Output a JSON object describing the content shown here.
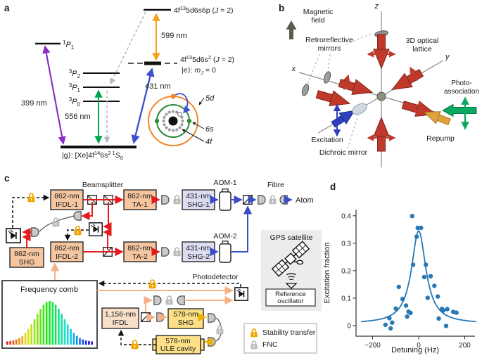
{
  "panel_letters": {
    "a": "a",
    "b": "b",
    "c": "c",
    "d": "d"
  },
  "colors": {
    "purple_399": "#8a2fc5",
    "green_556": "#00a651",
    "orange_599": "#f5a21b",
    "blue_431": "#3d4fd0",
    "lattice_red": "#c0392b",
    "pa_green": "#0aa860",
    "excitation_blue": "#2f3fbf",
    "repump_orange": "#e89c2c",
    "gray_label": "#8f8f8f",
    "red_862": "#e41a1c",
    "plot_blue": "#2878b5"
  },
  "a": {
    "wl399": "399 nm",
    "wl556": "556 nm",
    "wl599": "599 nm",
    "wl431": "431 nm",
    "lv_1p1": {
      "sup": "1",
      "sym": "P",
      "sub": "1"
    },
    "lv_3p2": {
      "sup": "3",
      "sym": "P",
      "sub": "2"
    },
    "lv_3p1": {
      "sup": "3",
      "sym": "P",
      "sub": "1"
    },
    "lv_3p0": {
      "sup": "3",
      "sym": "P",
      "sub": "0"
    },
    "lv_top": {
      "t1": "4f",
      "s1": "13",
      "t2": "5d6s6p (",
      "j": "J",
      "t3": " = 2)"
    },
    "lv_e": {
      "t1": "4f",
      "s1": "13",
      "t2": "5d6s",
      "s2": "2",
      "t3": " (",
      "j": "J",
      "t4": " = 2)"
    },
    "e_state": {
      "t1": "|e⟩: ",
      "m": "m",
      "sub": "J",
      "t2": " = 0"
    },
    "ground": {
      "t1": "|g⟩: [Xe]4f",
      "s1": "14",
      "t2": "6s",
      "s2": "2",
      "s3": "1",
      "t3": "S",
      "sub": "0"
    },
    "orb_5d": "5d",
    "orb_6s": "6s",
    "orb_4f": "4f"
  },
  "b": {
    "magnetic1": "Magnetic",
    "magnetic2": "field",
    "retro1": "Retroreflective",
    "retro2": "mirrors",
    "lattice1": "3D optical",
    "lattice2": "lattice",
    "pa1": "Photo-",
    "pa2": "association",
    "excitation": "Excitation",
    "repump": "Repump",
    "dichroic": "Dichroic mirror",
    "ax_x": "x",
    "ax_y": "y",
    "ax_z": "z"
  },
  "c": {
    "ifdl1_1": "862-nm",
    "ifdl1_2": "IFDL-1",
    "ta1_1": "862-nm",
    "ta1_2": "TA-1",
    "shg1_1": "431-nm",
    "shg1_2": "SHG-1",
    "ifdl2_1": "862-nm",
    "ifdl2_2": "IFDL-2",
    "ta2_1": "862-nm",
    "ta2_2": "TA-2",
    "shg2_1": "431-nm",
    "shg2_2": "SHG-2",
    "shg862_1": "862-nm",
    "shg862_2": "SHG",
    "comb": "Frequency comb",
    "ifdl1156_1": "1,156-nm",
    "ifdl1156_2": "IFDL",
    "shg578_1": "578-nm",
    "shg578_2": "SHG",
    "ule_1": "578-nm",
    "ule_2": "ULE cavity",
    "refosc_1": "Reference",
    "refosc_2": "oscillator",
    "beamsplitter": "Beamsplitter",
    "aom1": "AOM-1",
    "aom2": "AOM-2",
    "fibre": "Fibre",
    "atom": "Atom",
    "gps": "GPS satellite",
    "photodetector": "Photodetector",
    "legend_stability": "Stability transfer",
    "legend_fnc": "FNC"
  },
  "chart_data": {
    "type": "scatter",
    "title": "",
    "xlabel": "Detuning (Hz)",
    "ylabel": "Excitation fraction",
    "xlim": [
      -271.8,
      244.3
    ],
    "ylim": [
      -0.0385,
      0.4225
    ],
    "xticks": [
      -200,
      0,
      200
    ],
    "xtick_labels": [
      "−200",
      "0",
      "200"
    ],
    "yticks": [
      0,
      0.1,
      0.2,
      0.3,
      0.4
    ],
    "ytick_labels": [
      "0",
      "0.1",
      "0.2",
      "0.3",
      "0.4"
    ],
    "color": "#2878b5",
    "points": [
      [
        -28,
        0.399
      ],
      [
        -4,
        0.356
      ],
      [
        10,
        0.356
      ],
      [
        -9,
        0.324
      ],
      [
        -24,
        0.222
      ],
      [
        31,
        0.222
      ],
      [
        24,
        0.177
      ],
      [
        52,
        0.18
      ],
      [
        68,
        0.145
      ],
      [
        -86,
        0.141
      ],
      [
        39,
        0.101
      ],
      [
        83,
        0.106
      ],
      [
        -70,
        0.097
      ],
      [
        -55,
        0.073
      ],
      [
        -99,
        0.062
      ],
      [
        101,
        0.061
      ],
      [
        107,
        0.055
      ],
      [
        124,
        0.06
      ],
      [
        -44,
        0.051
      ],
      [
        -35,
        0.046
      ],
      [
        150,
        0.05
      ],
      [
        164,
        0.047
      ],
      [
        -50,
        0.033
      ],
      [
        87,
        0.026
      ],
      [
        -127,
        0.027
      ],
      [
        -115,
        0.011
      ],
      [
        -144,
        0.003
      ],
      [
        119,
        -0.001
      ],
      [
        -122,
        -0.01
      ]
    ],
    "fit": {
      "type": "lorentzian",
      "amplitude": 0.338,
      "center": 0,
      "hwhm": 38,
      "offset": 0.007
    },
    "legend_position": "none",
    "grid": false
  }
}
